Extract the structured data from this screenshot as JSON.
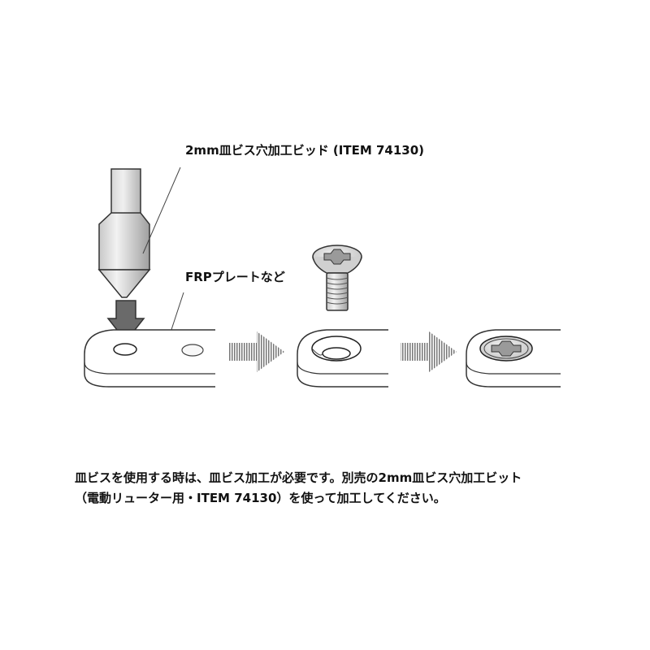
{
  "labels": {
    "bit": "2mm皿ビス穴加工ビッド (ITEM 74130)",
    "plate": "FRPプレートなど"
  },
  "caption": {
    "line1": "皿ビスを使用する時は、皿ビス加工が必要です。別売の2mm皿ビス穴加工ビット",
    "line2": "（電動リューター用・ITEM 74130）を使って加工してください。"
  },
  "colors": {
    "stroke": "#333333",
    "arrow_dark": "#6a6a6a",
    "arrow_stripes": "#777777",
    "metal_light": "#e6e6e6",
    "metal_dark": "#a8a8a8"
  }
}
